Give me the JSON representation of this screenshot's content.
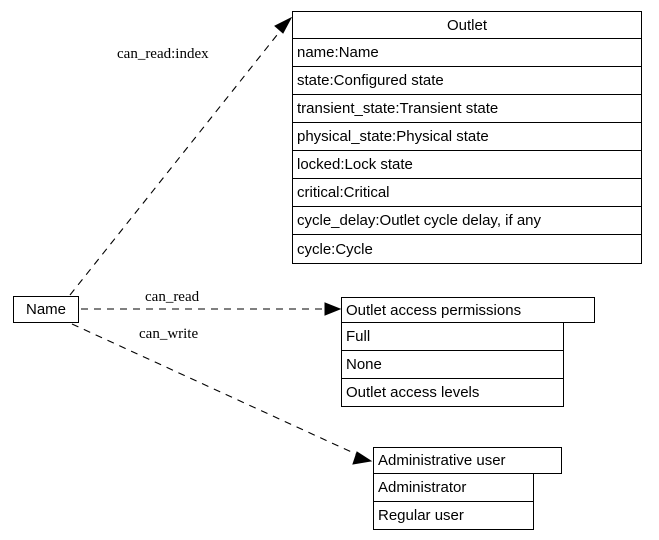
{
  "diagram": {
    "title_node": {
      "label": "Name"
    },
    "classes": [
      {
        "id": "outlet",
        "header": "Outlet",
        "rows": [
          "name:Name",
          "state:Configured state",
          "transient_state:Transient state",
          "physical_state:Physical state",
          "locked:Lock state",
          "critical:Critical",
          "cycle_delay:Outlet cycle delay, if any",
          "cycle:Cycle"
        ]
      },
      {
        "id": "outlet-access-permissions",
        "header": "Outlet access permissions",
        "rows": [
          "Full",
          "None",
          "Outlet access levels"
        ]
      },
      {
        "id": "administrative-user",
        "header": "Administrative user",
        "rows": [
          "Administrator",
          "Regular user"
        ]
      }
    ],
    "edges": [
      {
        "id": "edge-can-read-index",
        "label": "can_read:index",
        "from": "Name",
        "to": "Outlet"
      },
      {
        "id": "edge-can-read",
        "label": "can_read",
        "from": "Name",
        "to": "Outlet access permissions"
      },
      {
        "id": "edge-can-write",
        "label": "can_write",
        "from": "Name",
        "to": "Administrative user"
      }
    ],
    "colors": {
      "stroke": "#000000",
      "background": "#ffffff",
      "text": "#000000"
    }
  }
}
